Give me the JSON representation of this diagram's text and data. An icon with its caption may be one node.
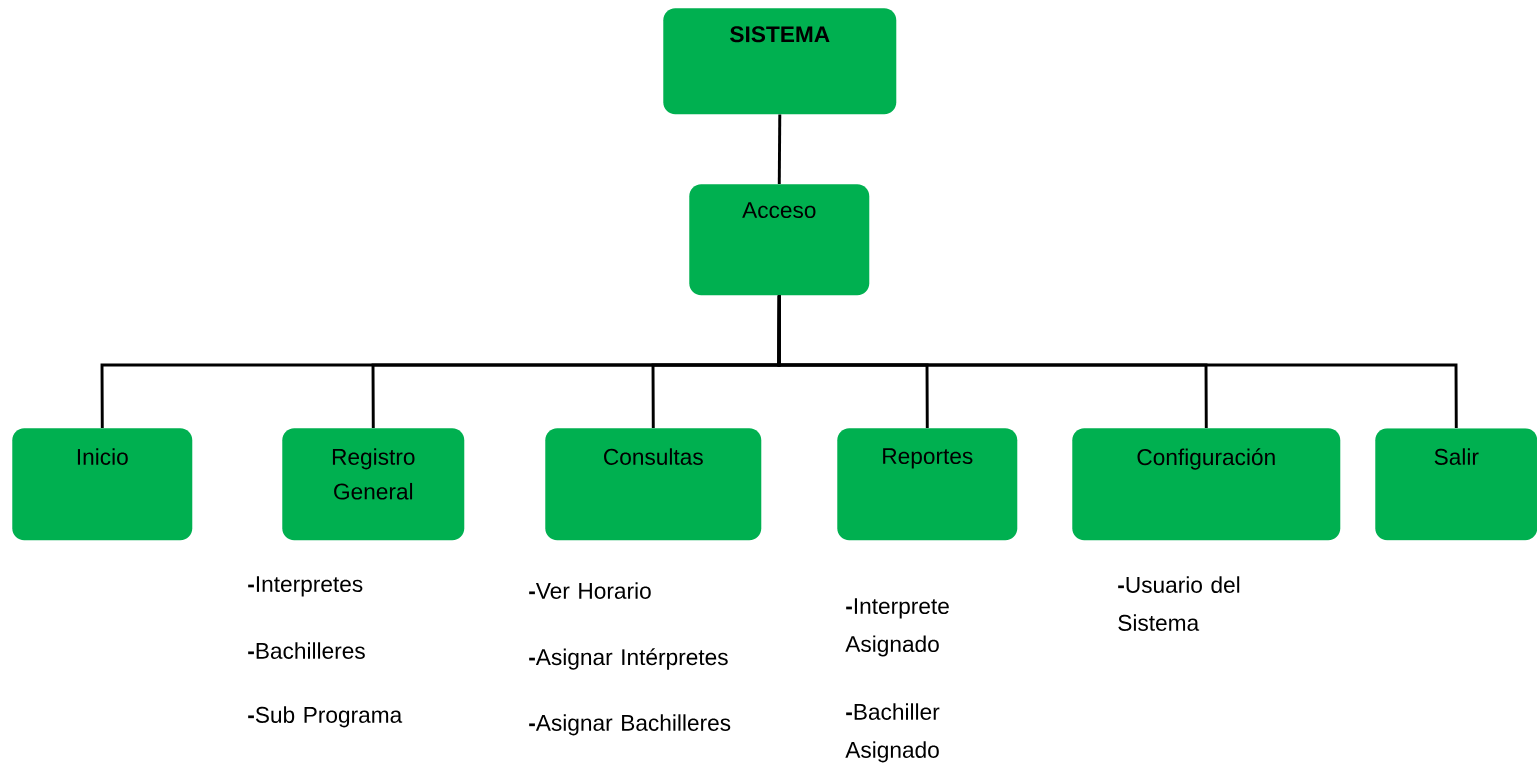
{
  "diagram": {
    "nodes": [
      {
        "text": [
          "SISTEMA"
        ]
      },
      {
        "text": [
          "Acceso"
        ]
      },
      {
        "text": [
          "Inicio"
        ]
      },
      {
        "text": [
          "Registro General"
        ],
        "beside": [
          "**-**Interpretes",
          "**-**Bachilleres",
          "**-**Sub Programa"
        ]
      },
      {
        "text": [
          "Consultas"
        ],
        "beside": [
          "**-**Ver Horario",
          "**-**Asignar Intérpretes",
          "**-**Asignar Bachilleres"
        ]
      },
      {
        "text": [
          "Reportes"
        ],
        "beside": [
          "**-**Interprete Asignado",
          "**-**Bachiller Asignado"
        ]
      },
      {
        "text": [
          "Configuración"
        ],
        "beside": [
          "**-**Usuario del Sistema"
        ]
      },
      {
        "text": [
          "Salir"
        ]
      }
    ],
    "edges": [
      {
        "from": 0,
        "to": 1,
        "arrow": "none"
      },
      {
        "from": 1,
        "to": 2,
        "arrow": "none"
      },
      {
        "from": 1,
        "to": 3,
        "arrow": "none"
      },
      {
        "from": 1,
        "to": 4,
        "arrow": "none"
      },
      {
        "from": 1,
        "to": 5,
        "arrow": "none"
      },
      {
        "from": 1,
        "to": 6,
        "arrow": "none"
      },
      {
        "from": 1,
        "to": 7,
        "arrow": "none"
      }
    ]
  }
}
